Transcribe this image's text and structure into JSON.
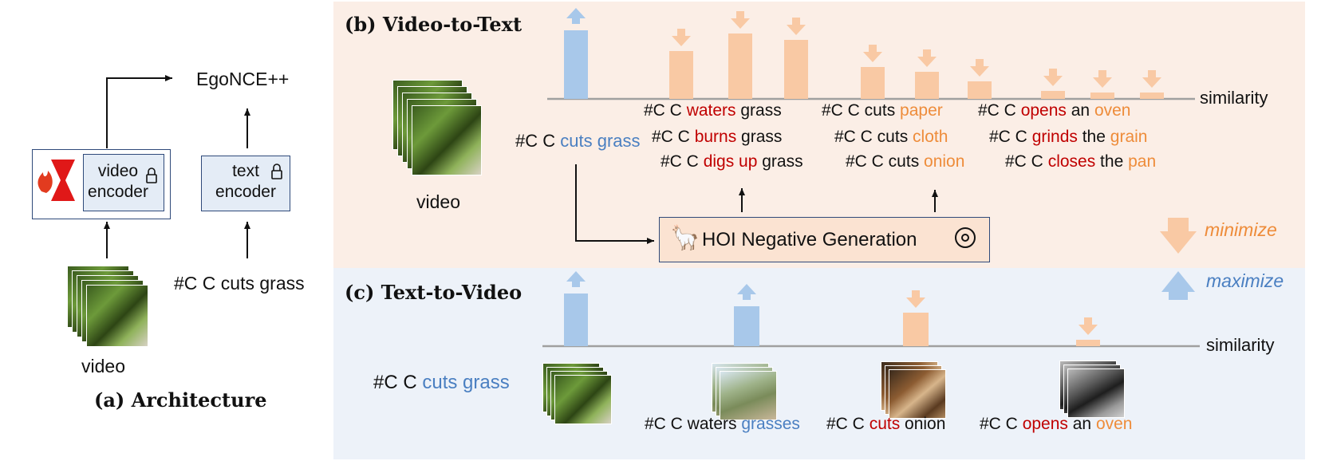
{
  "panel_a": {
    "title": "(a) Architecture",
    "loss": "EgoNCE++",
    "video_encoder": [
      "video",
      "encoder"
    ],
    "text_encoder": [
      "text",
      "encoder"
    ],
    "input_text": "#C C cuts grass",
    "input_video": "video",
    "icons": [
      "fire-icon",
      "hourglass-adapter-icon",
      "lock-icon"
    ]
  },
  "panel_b": {
    "title": "(b) Video-to-Text",
    "video_label": "video",
    "positive": {
      "prefix": "#C C ",
      "action": "cuts grass"
    },
    "axis_label": "similarity",
    "hoi_box": "HOI Negative Generation",
    "legend_minimize": "minimize",
    "negatives": [
      [
        [
          {
            "t": "#C C ",
            "c": "k"
          },
          {
            "t": "waters",
            "c": "r"
          },
          {
            "t": " grass",
            "c": "k"
          }
        ],
        [
          {
            "t": "#C C ",
            "c": "k"
          },
          {
            "t": "burns",
            "c": "r"
          },
          {
            "t": " grass",
            "c": "k"
          }
        ],
        [
          {
            "t": "#C C ",
            "c": "k"
          },
          {
            "t": "digs up",
            "c": "r"
          },
          {
            "t": " grass",
            "c": "k"
          }
        ]
      ],
      [
        [
          {
            "t": "#C C cuts ",
            "c": "k"
          },
          {
            "t": "paper",
            "c": "o"
          }
        ],
        [
          {
            "t": "#C C cuts ",
            "c": "k"
          },
          {
            "t": "cloth",
            "c": "o"
          }
        ],
        [
          {
            "t": "#C C cuts ",
            "c": "k"
          },
          {
            "t": "onion",
            "c": "o"
          }
        ]
      ],
      [
        [
          {
            "t": "#C C ",
            "c": "k"
          },
          {
            "t": "opens",
            "c": "r"
          },
          {
            "t": " an ",
            "c": "k"
          },
          {
            "t": "oven",
            "c": "o"
          }
        ],
        [
          {
            "t": "#C C ",
            "c": "k"
          },
          {
            "t": "grinds",
            "c": "r"
          },
          {
            "t": " the ",
            "c": "k"
          },
          {
            "t": "grain",
            "c": "o"
          }
        ],
        [
          {
            "t": "#C C ",
            "c": "k"
          },
          {
            "t": "closes",
            "c": "r"
          },
          {
            "t": " the ",
            "c": "k"
          },
          {
            "t": "pan",
            "c": "o"
          }
        ]
      ]
    ]
  },
  "panel_c": {
    "title": "(c) Text-to-Video",
    "query": {
      "prefix": "#C C ",
      "action": "cuts grass"
    },
    "axis_label": "similarity",
    "legend_maximize": "maximize",
    "captions": [
      [
        {
          "t": "#C C waters ",
          "c": "k"
        },
        {
          "t": "grasses",
          "c": "b"
        }
      ],
      [
        {
          "t": "#C C ",
          "c": "k"
        },
        {
          "t": "cuts",
          "c": "r"
        },
        {
          "t": " onion",
          "c": "k"
        }
      ],
      [
        {
          "t": "#C C ",
          "c": "k"
        },
        {
          "t": "opens",
          "c": "r"
        },
        {
          "t": " an ",
          "c": "k"
        },
        {
          "t": "oven",
          "c": "o"
        }
      ]
    ]
  },
  "colors": {
    "positive_blue": "#a8c8ea",
    "negative_orange": "#f9c9a4",
    "text_blue": "#4a7fc1",
    "text_red": "#c00000",
    "text_orange": "#ee8c3a",
    "panel_b_bg": "#fbeee6",
    "panel_c_bg": "#edf2f9"
  }
}
